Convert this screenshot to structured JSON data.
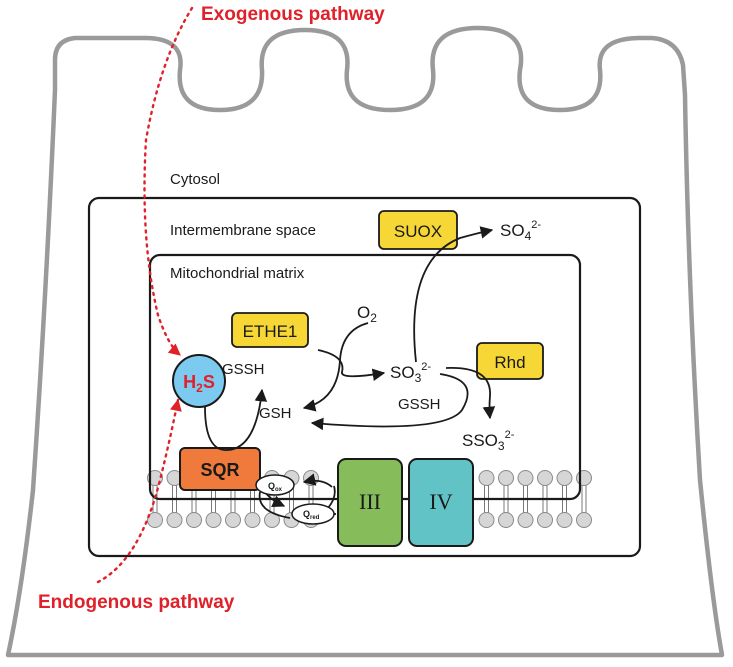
{
  "pathways": {
    "exogenous": "Exogenous pathway",
    "endogenous": "Endogenous pathway"
  },
  "compartments": {
    "cytosol": "Cytosol",
    "intermembrane": "Intermembrane space",
    "matrix": "Mitochondrial matrix"
  },
  "enzymes": {
    "suox": "SUOX",
    "ethe1": "ETHE1",
    "rhd": "Rhd",
    "sqr": "SQR",
    "complex3": "III",
    "complex4": "IV"
  },
  "species": {
    "h2s_main": "H",
    "h2s_sub": "2",
    "h2s_end": "S",
    "o2_main": "O",
    "o2_sub": "2",
    "so4_main": "SO",
    "so4_sub": "4",
    "so4_sup": "2-",
    "so3_main": "SO",
    "so3_sub": "3",
    "so3_sup": "2-",
    "sso3_main": "SSO",
    "sso3_sub": "3",
    "sso3_sup": "2-",
    "gssh_left": "GSSH",
    "gsh": "GSH",
    "gssh_right": "GSSH"
  },
  "quinones": {
    "qox_main": "Q",
    "qox_sub": "ox",
    "qred_main": "Q",
    "qred_sub": "red"
  },
  "colors": {
    "cell_outline": "#9a9a9a",
    "enzyme_yellow": "#f6d736",
    "sqr_orange": "#f07a3c",
    "complex3_green": "#86bd5a",
    "complex4_teal": "#62c3c6",
    "h2s_blue": "#7ccaef",
    "pathway_red": "#e0212a"
  }
}
